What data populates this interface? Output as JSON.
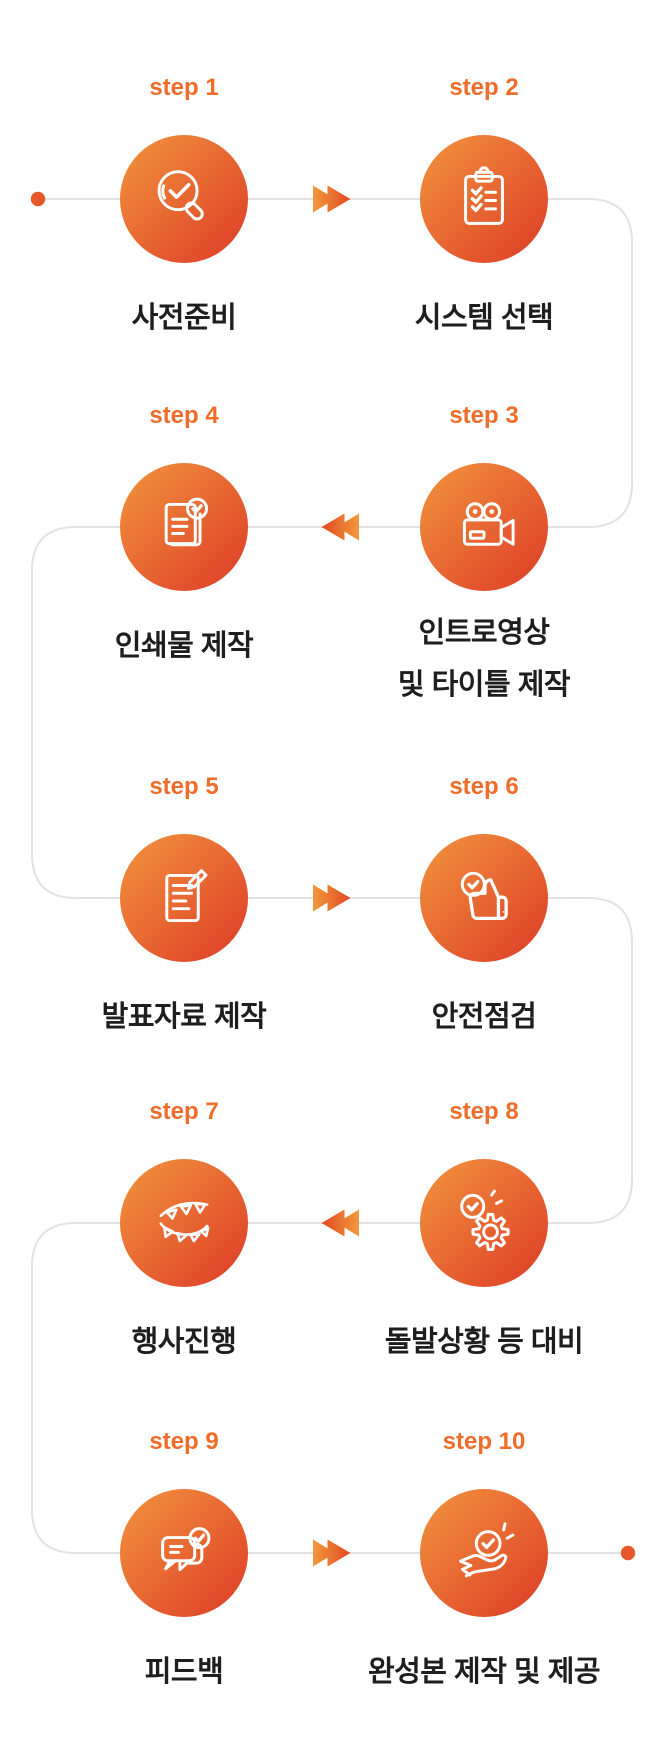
{
  "flow": {
    "colors": {
      "accent": "#EF6D28",
      "title_text": "#1E1E1E",
      "connector": "#E2E2E2",
      "circle_start": "#F2953E",
      "circle_end": "#E0482A",
      "arrow_tail": "#F19A38",
      "arrow_tip": "#E04726",
      "dot": "#E6582B"
    },
    "start_dot": true,
    "end_dot": true,
    "rows": [
      {
        "left_step": 1,
        "right_step": 2,
        "arrow": "right"
      },
      {
        "left_step": 4,
        "right_step": 3,
        "arrow": "left"
      },
      {
        "left_step": 5,
        "right_step": 6,
        "arrow": "right"
      },
      {
        "left_step": 7,
        "right_step": 8,
        "arrow": "left"
      },
      {
        "left_step": 9,
        "right_step": 10,
        "arrow": "right"
      }
    ]
  },
  "steps": [
    {
      "label": "step 1",
      "title": "사전준비",
      "icon": "magnifier-check-icon"
    },
    {
      "label": "step 2",
      "title": "시스템 선택",
      "icon": "clipboard-checklist-icon"
    },
    {
      "label": "step 3",
      "title_lines": [
        "인트로영상",
        "및 타이틀 제작"
      ],
      "icon": "video-camera-icon"
    },
    {
      "label": "step 4",
      "title": "인쇄물 제작",
      "icon": "documents-check-icon"
    },
    {
      "label": "step 5",
      "title": "발표자료 제작",
      "icon": "document-edit-icon"
    },
    {
      "label": "step 6",
      "title": "안전점검",
      "icon": "thumbs-up-check-icon"
    },
    {
      "label": "step 7",
      "title": "행사진행",
      "icon": "bunting-flags-icon"
    },
    {
      "label": "step 8",
      "title": "돌발상황 등 대비",
      "icon": "gear-check-icon"
    },
    {
      "label": "step 9",
      "title": "피드백",
      "icon": "chat-check-icon"
    },
    {
      "label": "step 10",
      "title": "완성본 제작 및 제공",
      "icon": "hand-check-icon"
    }
  ]
}
